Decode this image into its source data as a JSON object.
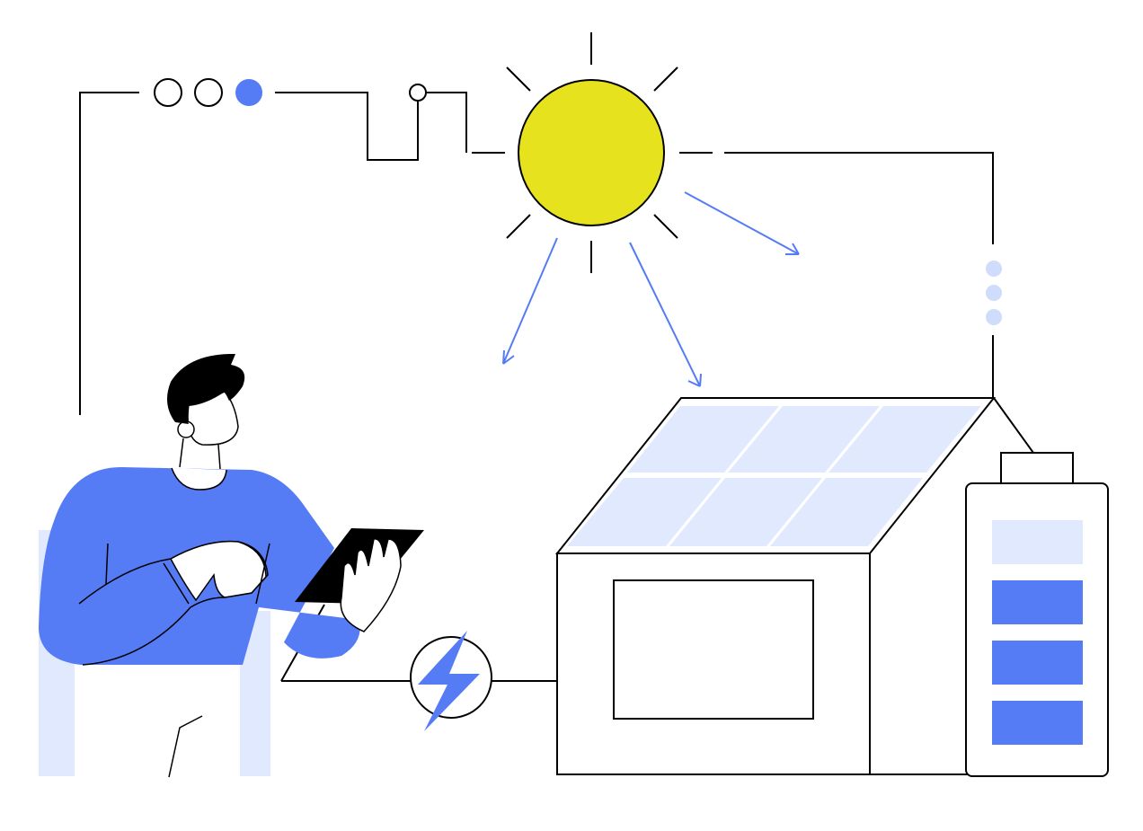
{
  "colors": {
    "accent_blue": "#557bf5",
    "light_blue": "#e0e9fd",
    "sun_yellow": "#e6e31e",
    "stroke": "#000000",
    "background": "#ffffff"
  },
  "battery": {
    "charge_segments_total": 4,
    "charge_segments_filled": 3
  },
  "status_dots": {
    "total": 3,
    "active": 1
  }
}
